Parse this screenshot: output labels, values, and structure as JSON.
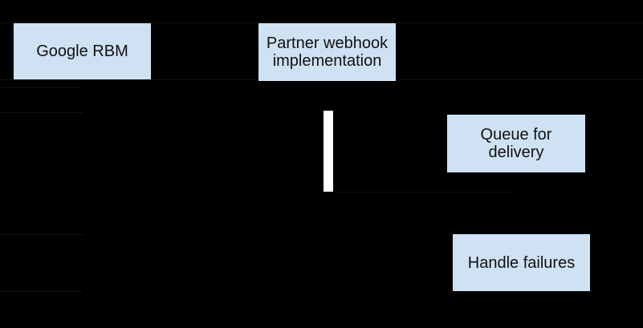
{
  "diagram": {
    "type": "sequence-diagram",
    "background_color": "#000000",
    "node_fill_color": "#cfe2f3",
    "node_text_color": "#111111",
    "activation_bar_color": "#ffffff",
    "faint_line_color": "#111111",
    "nodes": [
      {
        "id": "google-rbm",
        "label": "Google RBM"
      },
      {
        "id": "partner-webhook-implementation",
        "label": "Partner webhook implementation"
      },
      {
        "id": "queue-for-delivery",
        "label": "Queue for delivery"
      },
      {
        "id": "handle-failures",
        "label": "Handle failures"
      }
    ]
  }
}
